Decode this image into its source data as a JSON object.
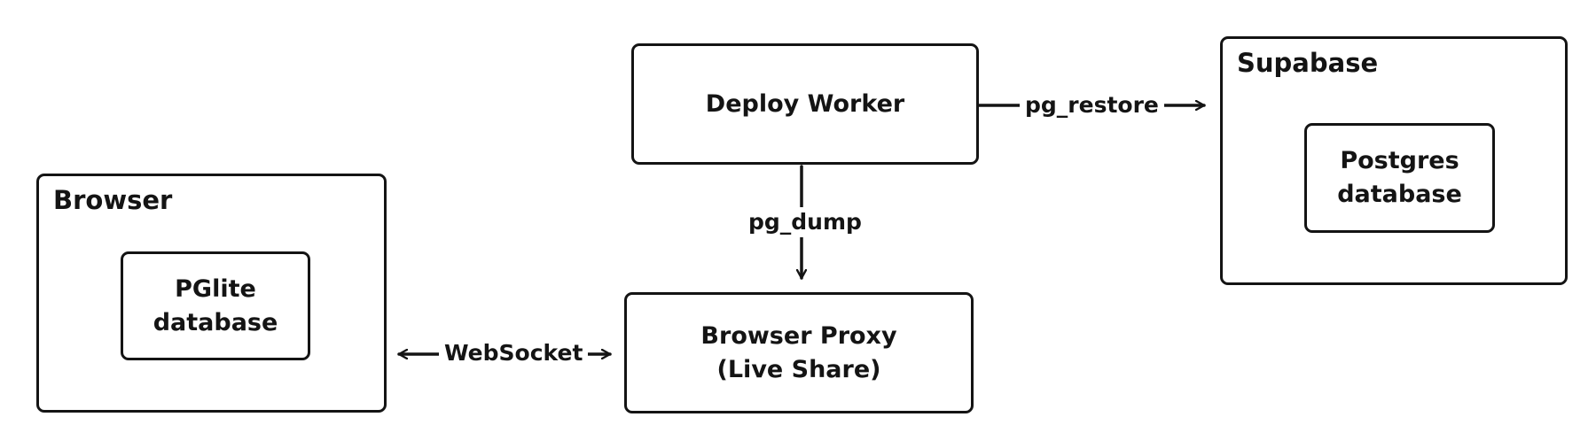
{
  "groups": {
    "browser": {
      "title": "Browser"
    },
    "supabase": {
      "title": "Supabase"
    }
  },
  "nodes": {
    "pglite": "PGlite\ndatabase",
    "postgres": "Postgres\ndatabase",
    "deploy_worker": "Deploy Worker",
    "browser_proxy": "Browser Proxy\n(Live Share)"
  },
  "edges": {
    "websocket": "WebSocket",
    "pg_dump": "pg_dump",
    "pg_restore": "pg_restore"
  }
}
